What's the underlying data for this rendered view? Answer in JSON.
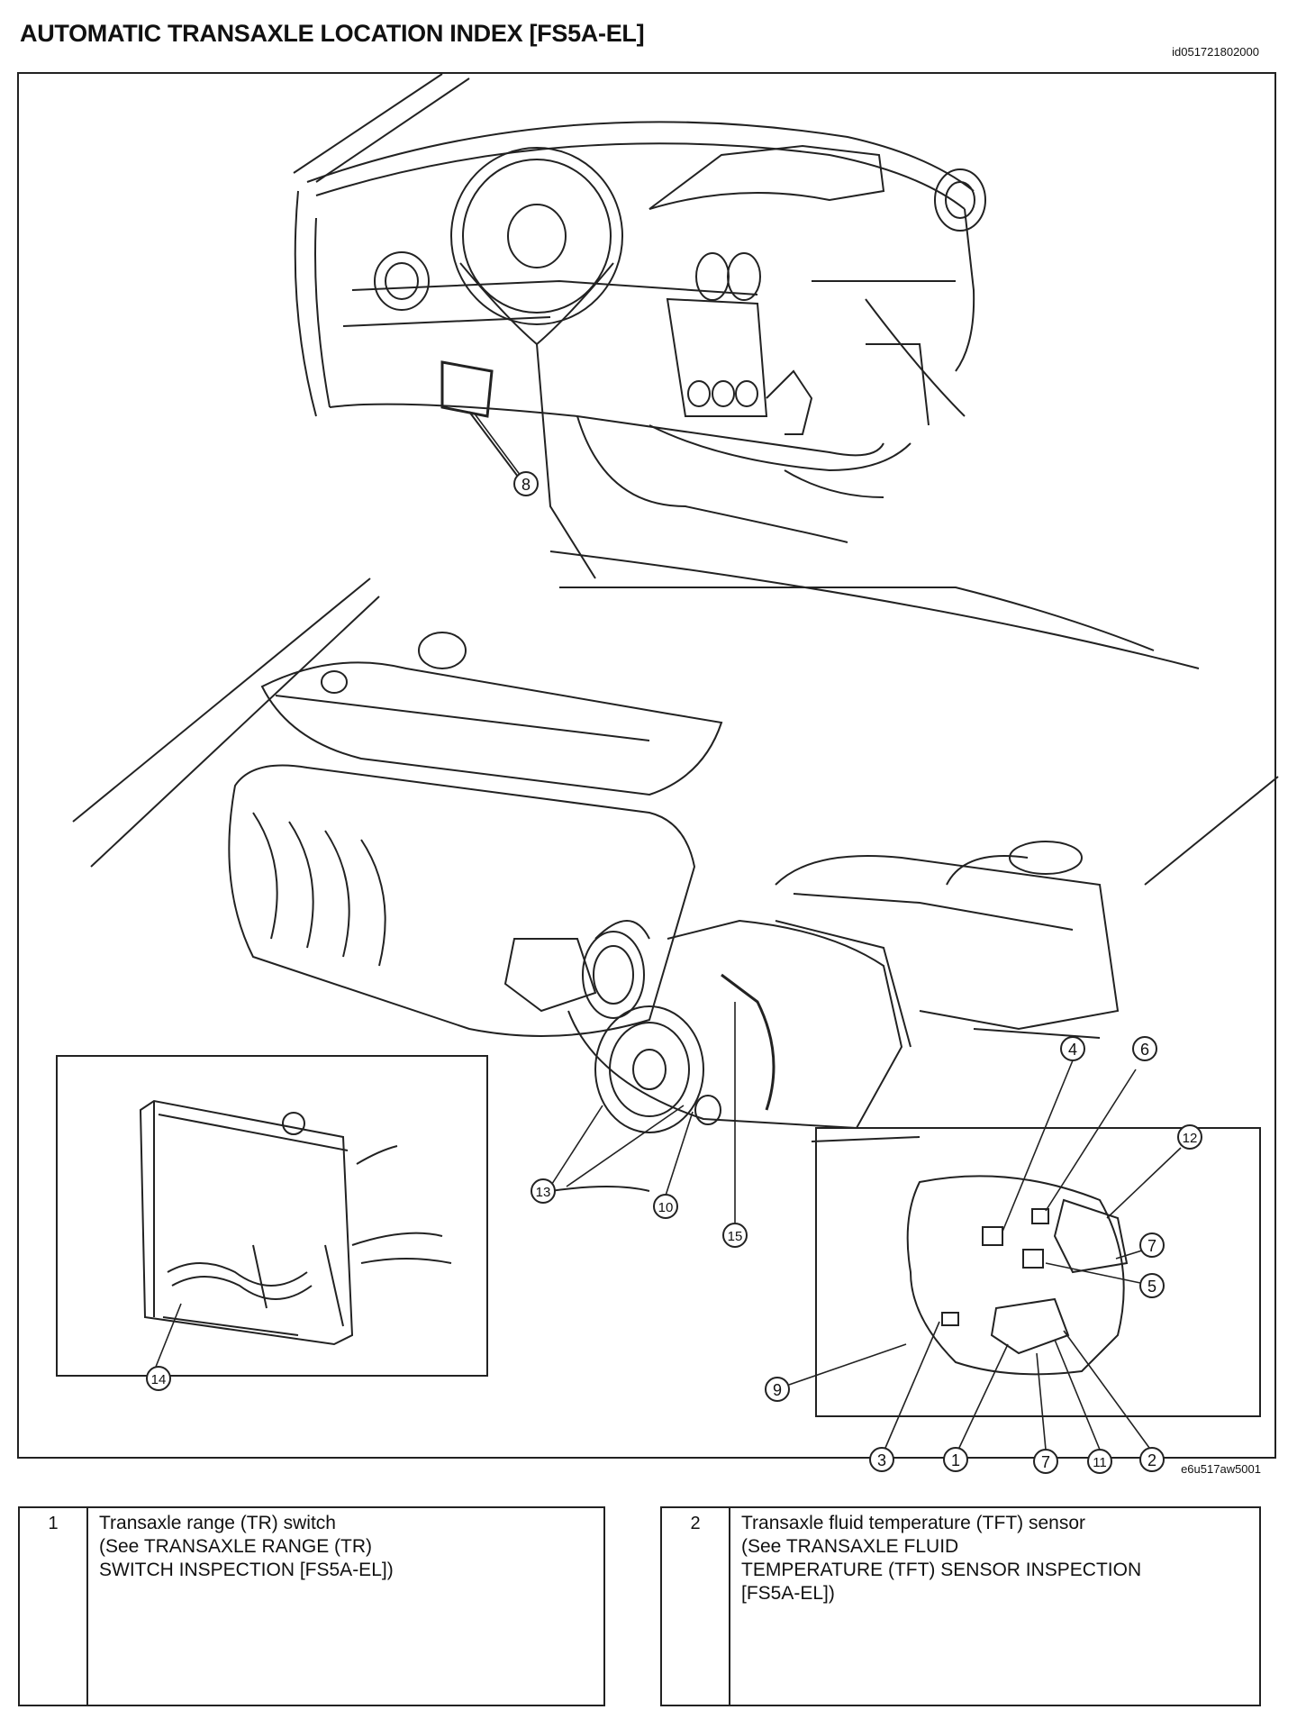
{
  "header": {
    "title": "AUTOMATIC TRANSAXLE LOCATION INDEX [FS5A-EL]",
    "doc_id": "id051721802000"
  },
  "figure": {
    "figure_id": "e6u517aw5001",
    "callouts": [
      "1",
      "2",
      "3",
      "4",
      "5",
      "6",
      "7",
      "7",
      "8",
      "9",
      "10",
      "11",
      "12",
      "13",
      "14",
      "15"
    ]
  },
  "legend": [
    {
      "number": "1",
      "name": "Transaxle range (TR) switch",
      "reference_lines": [
        "(See TRANSAXLE RANGE (TR)",
        "SWITCH INSPECTION [FS5A-EL])"
      ]
    },
    {
      "number": "2",
      "name": "Transaxle fluid temperature (TFT) sensor",
      "reference_lines": [
        "(See TRANSAXLE FLUID",
        "TEMPERATURE (TFT) SENSOR INSPECTION",
        "[FS5A-EL])"
      ]
    }
  ]
}
